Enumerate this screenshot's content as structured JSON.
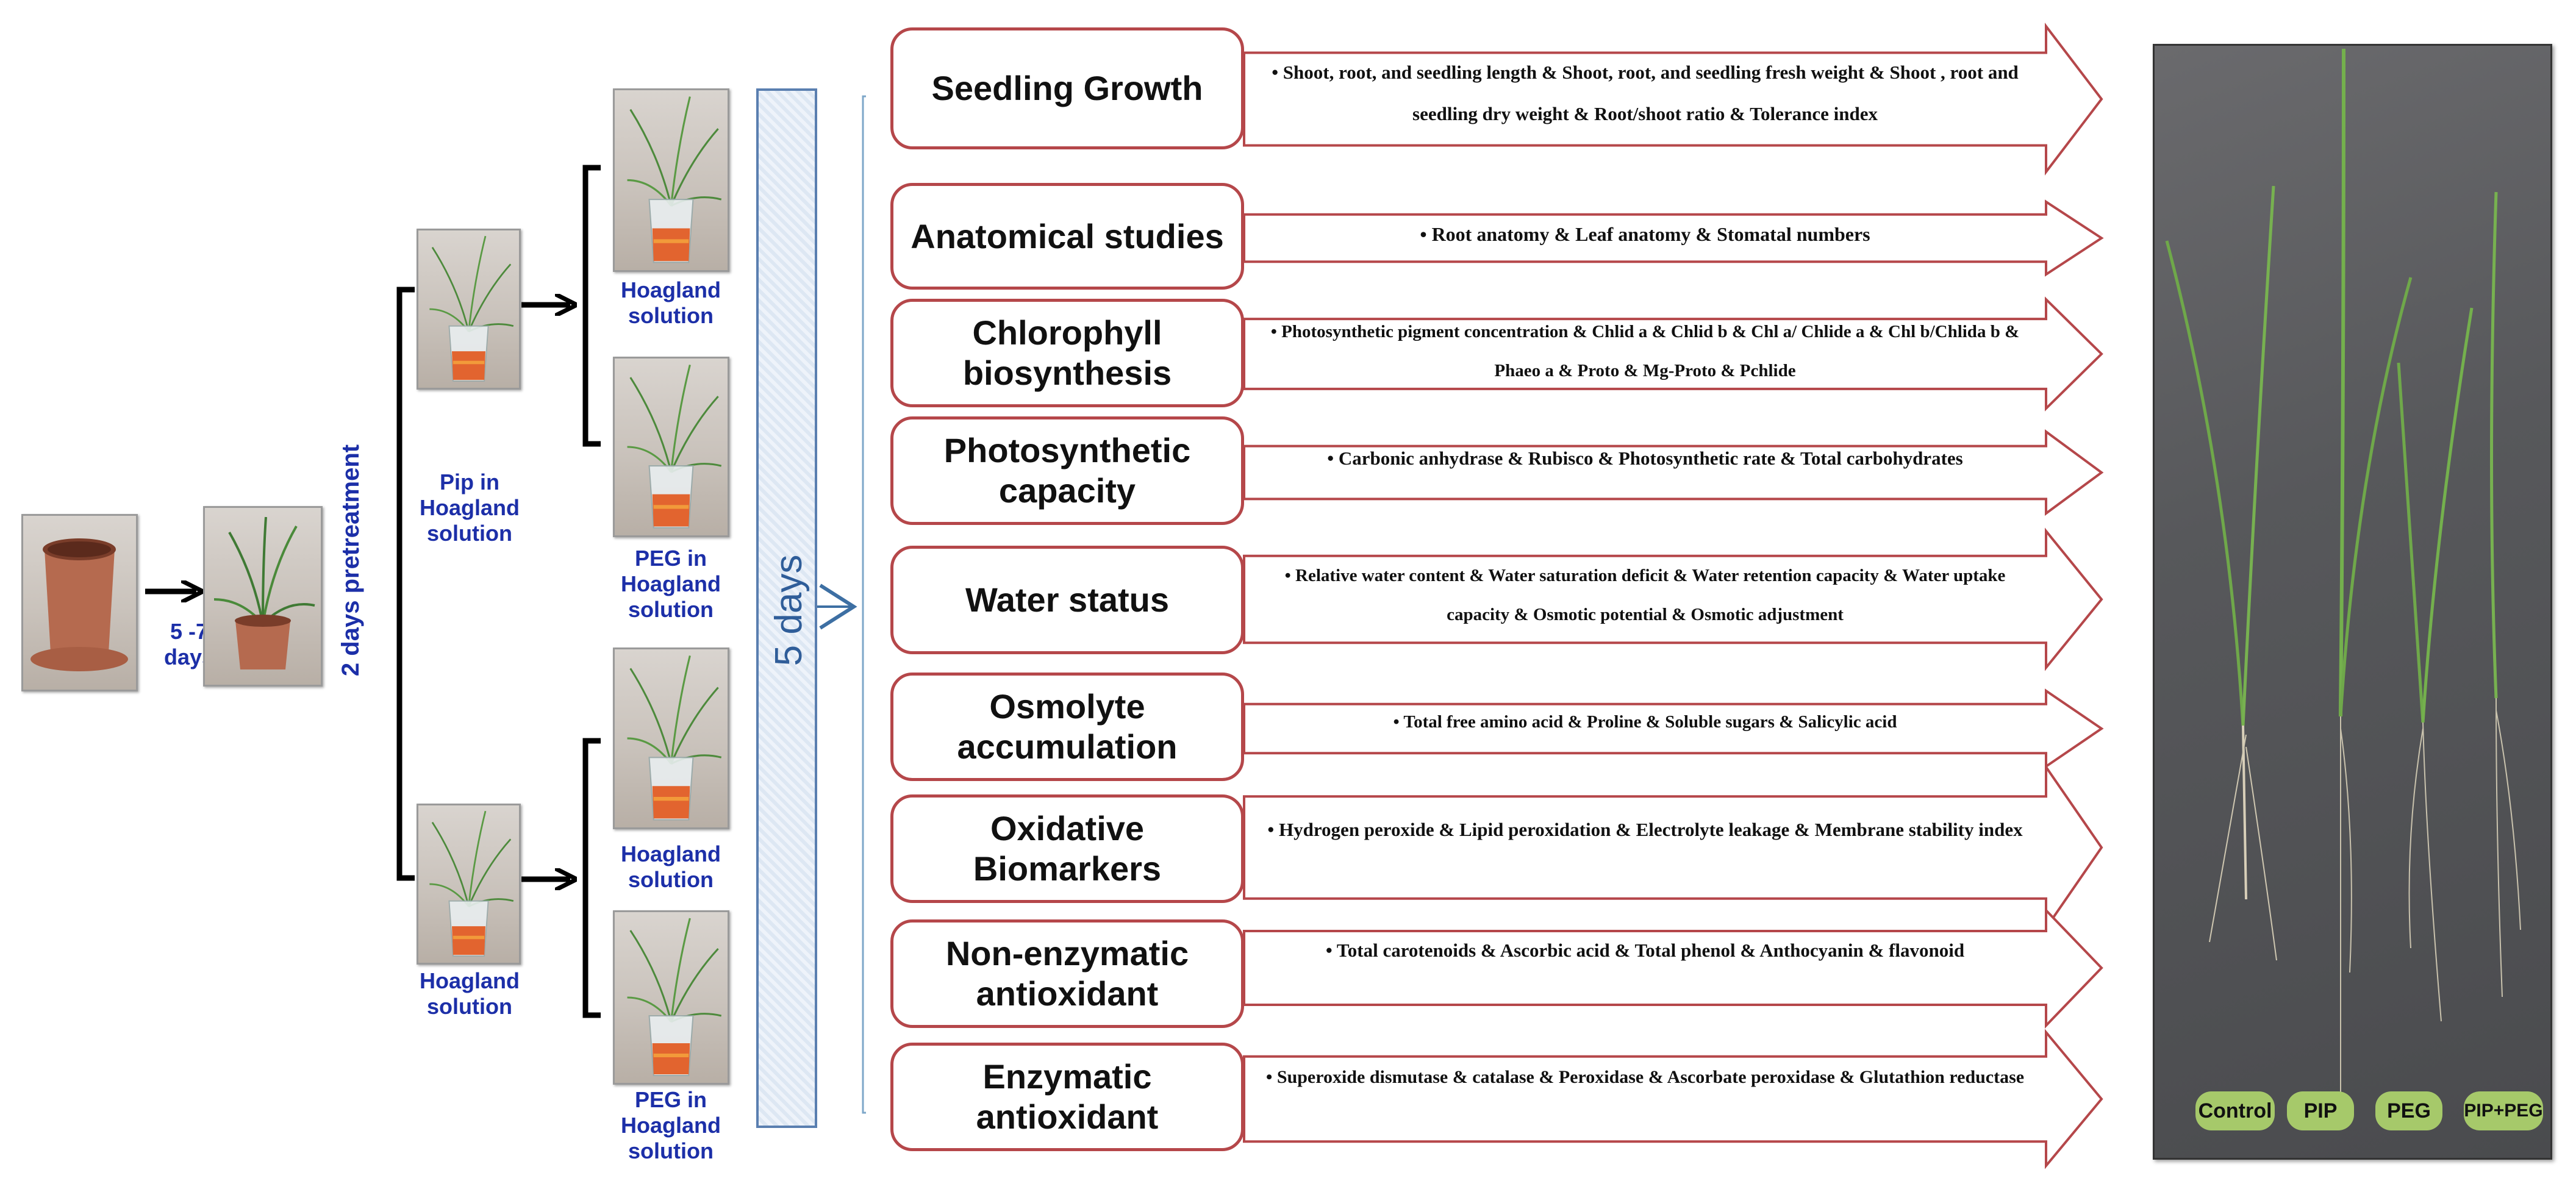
{
  "left": {
    "pot_arrow_label": "5 -7 days",
    "pretreatment_label": "2 days pretreatment",
    "branch_top_label": "Pip in Hoagland solution",
    "branch_bottom_label": "Hoagland solution",
    "out_labels": [
      "Hoagland solution",
      "PEG in Hoagland solution",
      "Hoagland solution",
      "PEG in Hoagland solution"
    ],
    "duration_label": "5 days"
  },
  "categories": [
    {
      "title": "Seedling Growth",
      "detail": "Shoot, root, and seedling length & Shoot, root, and seedling fresh weight & Shoot , root and seedling dry weight & Root/shoot ratio & Tolerance index"
    },
    {
      "title": "Anatomical studies",
      "detail": "Root anatomy & Leaf anatomy & Stomatal numbers"
    },
    {
      "title": "Chlorophyll biosynthesis",
      "detail": "Photosynthetic pigment concentration & Chlid a & Chlid b & Chl a/ Chlide a & Chl b/Chlida b & Phaeo a & Proto & Mg-Proto & Pchlide"
    },
    {
      "title": "Photosynthetic capacity",
      "detail": "Carbonic anhydrase & Rubisco & Photosynthetic rate & Total carbohydrates"
    },
    {
      "title": "Water status",
      "detail": "Relative water content & Water saturation deficit & Water retention capacity & Water uptake capacity & Osmotic potential & Osmotic adjustment"
    },
    {
      "title": "Osmolyte accumulation",
      "detail": "Total free amino acid & Proline & Soluble sugars & Salicylic acid"
    },
    {
      "title": "Oxidative Biomarkers",
      "detail": "Hydrogen peroxide & Lipid peroxidation & Electrolyte leakage & Membrane stability index"
    },
    {
      "title": "Non-enzymatic antioxidant",
      "detail": "Total carotenoids & Ascorbic acid & Total phenol & Anthocyanin & flavonoid"
    },
    {
      "title": "Enzymatic antioxidant",
      "detail": "Superoxide dismutase & catalase & Peroxidase & Ascorbate peroxidase & Glutathion reductase"
    }
  ],
  "photo_tags": [
    "Control",
    "PIP",
    "PEG",
    "PIP+PEG"
  ],
  "colors": {
    "label_blue": "#1c2fa8",
    "box_border": "#b5474a",
    "tag_green": "#a6c96a"
  }
}
